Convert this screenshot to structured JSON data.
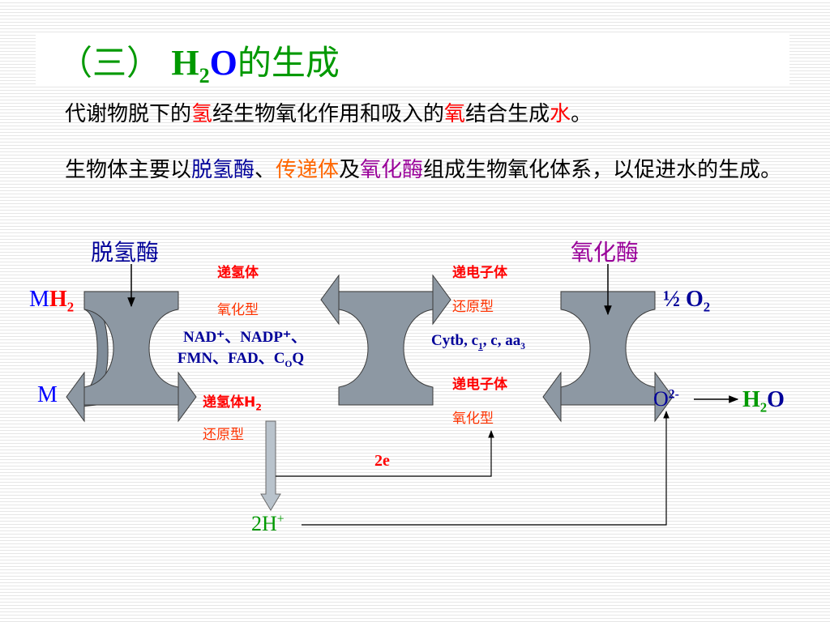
{
  "title": {
    "prefix": "（三）",
    "h": "H",
    "sub2": "2",
    "o": "O",
    "suffix": "的生成"
  },
  "line1": {
    "p1": "代谢物脱下的",
    "hydrogen": "氢",
    "p2": "经生物氧化作用和吸入的",
    "oxygen": "氧",
    "p3": "结合生成",
    "water": "水",
    "p4": "。"
  },
  "line2": {
    "p1": "生物体主要以",
    "dehydrogenase": "脱氢酶",
    "sep": "、",
    "carrier": "传递体",
    "and": "及",
    "oxidase": "氧化酶",
    "p2": "组成生物氧化体系，以促进水的生成。"
  },
  "diagram": {
    "dehydrogenase_label": "脱氢酶",
    "oxidase_label": "氧化酶",
    "mh2": {
      "m": "M",
      "h": "H",
      "sub": "2"
    },
    "m": "M",
    "hydrogen_carrier": "递氢体",
    "oxidized_form": "氧化型",
    "carriers": {
      "line1": "NAD⁺、NADP⁺、",
      "line2a": "FMN、FAD、C",
      "line2sub": "O",
      "line2b": "Q"
    },
    "hydrogen_carrier_h2": {
      "text": "递氢体H",
      "sub": "2"
    },
    "reduced_form": "还原型",
    "electron_carrier_1": "递电子体",
    "reduced_form_2": "还原型",
    "cyt": {
      "a": "Cytb, c",
      "sub1": "1",
      "b": ", c, aa",
      "sub3": "3"
    },
    "electron_carrier_2": "递电子体",
    "oxidized_form_2": "氧化型",
    "half_o2": {
      "text": "½ O",
      "sub": "2"
    },
    "o2minus": {
      "text": "O",
      "sup": "2-"
    },
    "water": {
      "h": "H",
      "sub": "2",
      "o": "O"
    },
    "two_e": "2e",
    "two_h": {
      "text": "2H",
      "sup": "+"
    }
  },
  "colors": {
    "title_green": "#009900",
    "blue": "#0000ff",
    "red": "#ff0000",
    "navy": "#000099",
    "purple": "#990099",
    "orange": "#ff6600",
    "arrow_gray": "#7f8c99"
  }
}
